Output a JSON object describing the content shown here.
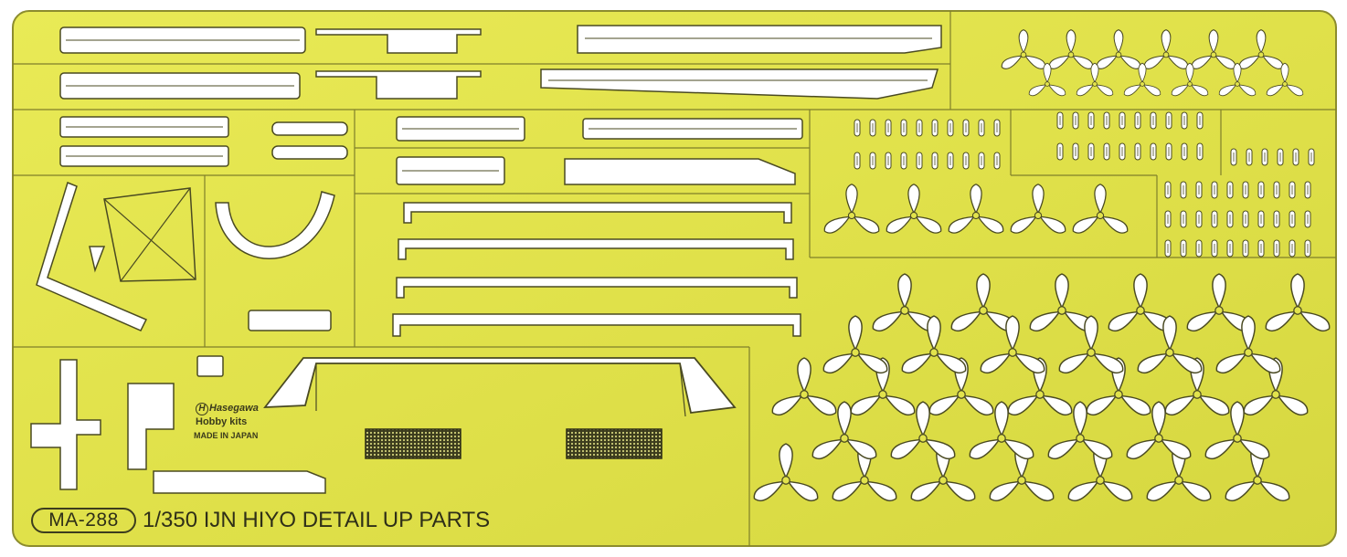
{
  "product": {
    "code": "MA-288",
    "title": "1/350 IJN HIYO DETAIL UP PARTS"
  },
  "maker_logo": {
    "brand": "Hasegawa",
    "line": "Hobby kits",
    "origin": "MADE IN JAPAN"
  },
  "colors": {
    "brass_plate": "#e2e34c",
    "brass_highlight": "#ecec5e",
    "etch_outline": "#4a4a22",
    "part_fill": "#ffffff"
  },
  "icons": [
    "triple-propeller-icon",
    "ladder-rung-icon",
    "railing-strip-icon",
    "mesh-grate-icon"
  ]
}
